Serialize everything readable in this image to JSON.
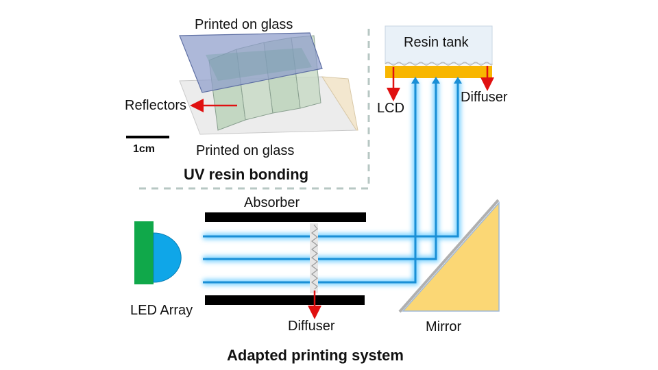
{
  "labels": {
    "printed_top": "Printed on glass",
    "reflectors": "Reflectors",
    "scale_bar": "1cm",
    "printed_bottom": "Printed on glass",
    "inset_title": "UV resin bonding",
    "resin_tank": "Resin tank",
    "lcd": "LCD",
    "diffuser_top": "Diffuser",
    "absorber": "Absorber",
    "led_array": "LED Array",
    "diffuser_bottom": "Diffuser",
    "mirror": "Mirror",
    "main_title": "Adapted printing system"
  },
  "colors": {
    "beam": "#1a8fd6",
    "beam_glow": "#7fd3ff",
    "arrow": "#e01010",
    "led_board": "#10a84a",
    "led_lens": "#0fa6e8",
    "mirror_fill": "#fbd775",
    "diffuser_bar": "#f8b600",
    "resin_tank": "#e9f1f8",
    "absorber": "#000000",
    "dashed_border": "#b7c7c3",
    "glass_plate": "#8d9ccb"
  }
}
